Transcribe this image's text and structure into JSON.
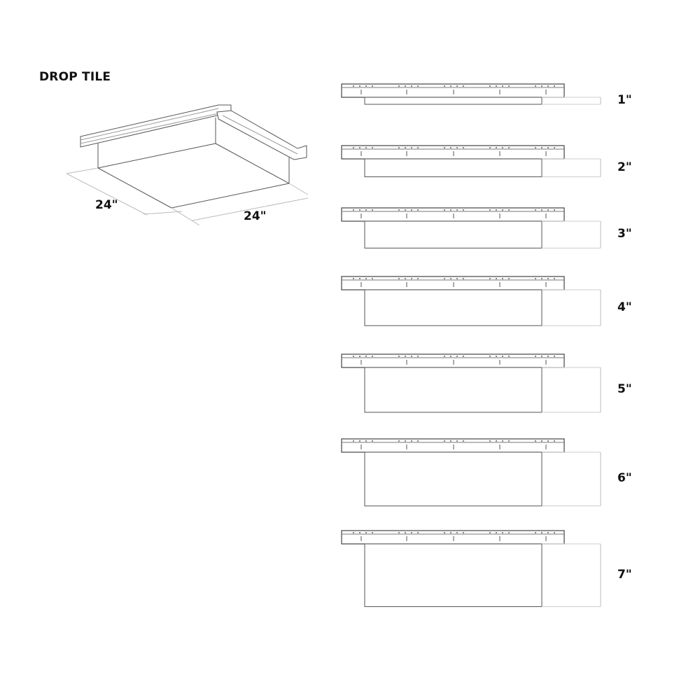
{
  "title": "DROP TILE",
  "iso": {
    "width_label": "24\"",
    "length_label": "24\""
  },
  "profiles": [
    {
      "depth": 1,
      "label": "1\""
    },
    {
      "depth": 2,
      "label": "2\""
    },
    {
      "depth": 3,
      "label": "3\""
    },
    {
      "depth": 4,
      "label": "4\""
    },
    {
      "depth": 5,
      "label": "5\""
    },
    {
      "depth": 6,
      "label": "6\""
    },
    {
      "depth": 7,
      "label": "7\""
    }
  ]
}
